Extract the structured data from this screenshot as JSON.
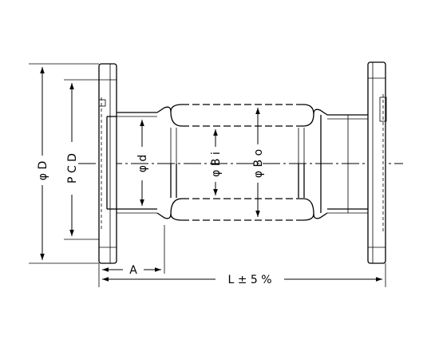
{
  "labels": {
    "outer_diameter": "φ D",
    "pitch_circle": "P C D",
    "inner_pipe_diameter": "φ d",
    "bellows_inner_diameter": "φ B i",
    "bellows_outer_diameter": "φ B o",
    "flange_length": "A",
    "overall_length": "L ± 5 %"
  },
  "colors": {
    "line": "#000000",
    "background": "#ffffff"
  }
}
